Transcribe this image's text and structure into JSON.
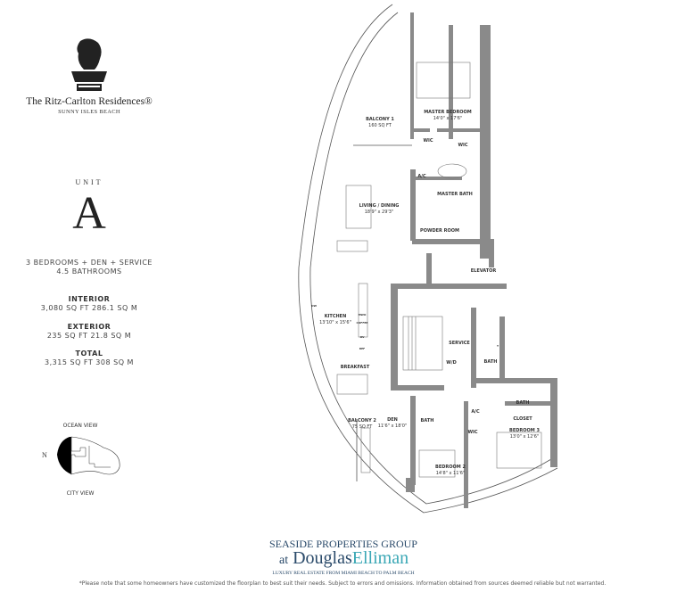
{
  "brand": {
    "name": "The Ritz-Carlton Residences®",
    "location": "Sunny Isles Beach",
    "logo": "lion-crown-logo"
  },
  "unit": {
    "label": "UNIT",
    "letter": "A"
  },
  "specs": {
    "rooms": "3 BEDROOMS + DEN + SERVICE",
    "baths": "4.5 BATHROOMS",
    "interior_label": "INTERIOR",
    "interior_value": "3,080 SQ FT 286.1 SQ M",
    "exterior_label": "EXTERIOR",
    "exterior_value": "235 SQ FT 21.8 SQ M",
    "total_label": "TOTAL",
    "total_value": "3,315 SQ FT 308 SQ M"
  },
  "keyplan": {
    "top": "OCEAN VIEW",
    "bottom": "CITY VIEW",
    "north": "N"
  },
  "rooms": [
    {
      "name": "MASTER BEDROOM",
      "dim": "14'0\" x 17'6\""
    },
    {
      "name": "BALCONY 1",
      "dim": "160 SQ FT"
    },
    {
      "name": "WIC"
    },
    {
      "name": "WIC"
    },
    {
      "name": "A/C"
    },
    {
      "name": "MASTER BATH"
    },
    {
      "name": "LIVING / DINING",
      "dim": "18'9\" x 29'3\""
    },
    {
      "name": "POWDER ROOM"
    },
    {
      "name": "ELEVATOR"
    },
    {
      "name": "KITCHEN",
      "dim": "13'10\" x 15'6\""
    },
    {
      "name": "BREAKFAST"
    },
    {
      "name": "SERVICE"
    },
    {
      "name": "W/D"
    },
    {
      "name": "BATH"
    },
    {
      "name": "BALCONY 2",
      "dim": "75 SQ FT"
    },
    {
      "name": "DEN",
      "dim": "11'6\" x 18'0\""
    },
    {
      "name": "BATH"
    },
    {
      "name": "A/C"
    },
    {
      "name": "WIC"
    },
    {
      "name": "BEDROOM 2",
      "dim": "14'8\" x 11'6\""
    },
    {
      "name": "BATH"
    },
    {
      "name": "CLOSET"
    },
    {
      "name": "BEDROOM 3",
      "dim": "13'0\" x 12'6\""
    }
  ],
  "appliances": [
    "DW",
    "MWO",
    "COFFEE",
    "OV",
    "REF",
    "T"
  ],
  "footer": {
    "group": "SEASIDE PROPERTIES GROUP",
    "at": "at",
    "brand1": "Douglas",
    "brand2": "Elliman",
    "tagline": "LUXURY REAL ESTATE FROM MIAMI BEACH TO PALM BEACH",
    "disclaimer": "*Please note that some homeowners have customized the floorplan to best suit their needs. Subject to errors and omissions. Information obtained from sources deemed reliable but not warranted."
  },
  "colors": {
    "wall": "#8a8a8a",
    "teal": "#3aa7b5",
    "navy": "#2a4a6a"
  }
}
